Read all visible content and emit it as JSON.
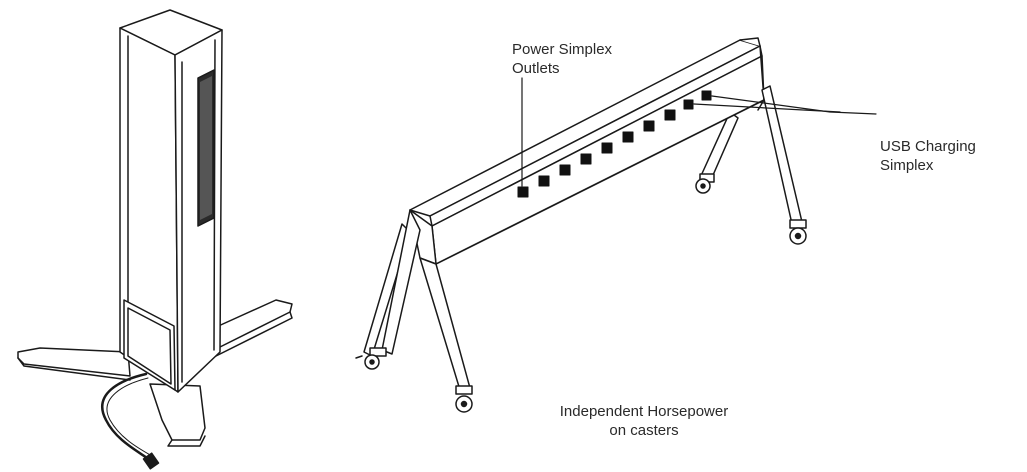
{
  "labels": {
    "power_simplex": [
      "Power Simplex",
      "Outlets"
    ],
    "usb_charging": [
      "USB Charging",
      "Simplex"
    ],
    "independent": [
      "Independent Horsepower",
      "on casters"
    ]
  },
  "colors": {
    "line": "#1a1a1a",
    "fill": "#ffffff",
    "outlet": "#111111",
    "text": "#2a2a2a"
  },
  "outlet_count": 10,
  "usb_port_count": 2
}
